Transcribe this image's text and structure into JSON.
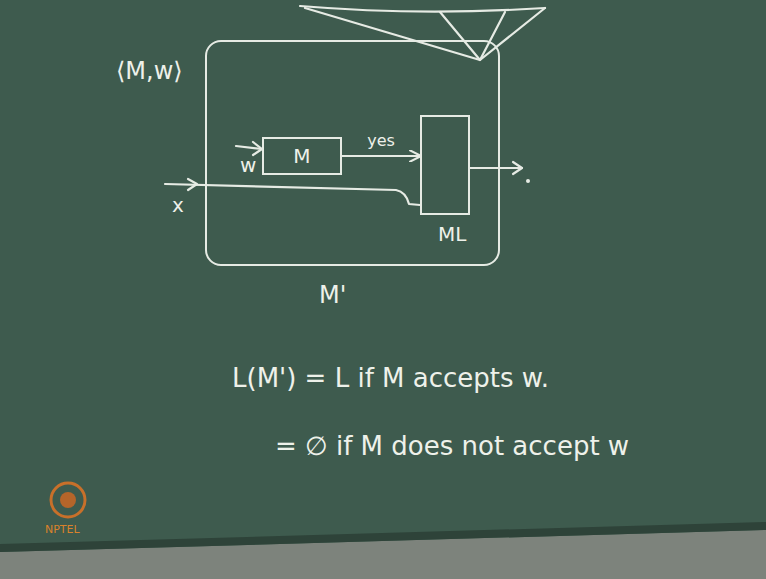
{
  "diagram": {
    "nodes": [
      {
        "text": [
          "M'"
        ]
      },
      {
        "text": [
          "M"
        ],
        "in": 0
      },
      {
        "text": [
          "ML"
        ],
        "in": 0
      }
    ],
    "edges": [
      {
        "from": 1,
        "to": 2,
        "arrow": "to",
        "label": "yes"
      }
    ],
    "labels": [
      "⟨M,w⟩",
      "w",
      "x",
      "L(M') = L if M accepts w.",
      "= ∅ if M does not accept w",
      "NPTEL"
    ]
  }
}
